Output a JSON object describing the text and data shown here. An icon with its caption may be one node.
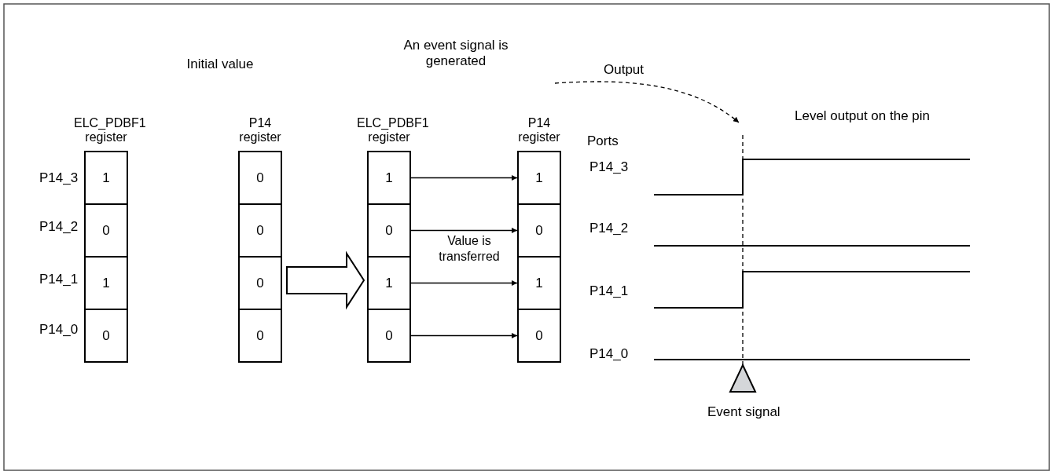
{
  "diagram": {
    "nodes": [
      {
        "text": [
          "ELC_PDBF1 register"
        ]
      },
      {
        "text": [
          "1"
        ],
        "in": 0
      },
      {
        "text": [
          "0"
        ],
        "in": 0
      },
      {
        "text": [
          "1"
        ],
        "in": 0
      },
      {
        "text": [
          "0"
        ],
        "in": 0
      },
      {
        "text": [
          "P14 register"
        ]
      },
      {
        "text": [
          "0"
        ],
        "in": 5
      },
      {
        "text": [
          "0"
        ],
        "in": 5
      },
      {
        "text": [
          "0"
        ],
        "in": 5
      },
      {
        "text": [
          "0"
        ],
        "in": 5
      },
      {
        "text": [
          "ELC_PDBF1 register"
        ]
      },
      {
        "text": [
          "1"
        ],
        "in": 10
      },
      {
        "text": [
          "0"
        ],
        "in": 10
      },
      {
        "text": [
          "1"
        ],
        "in": 10
      },
      {
        "text": [
          "0"
        ],
        "in": 10
      },
      {
        "text": [
          "P14 register"
        ]
      },
      {
        "text": [
          "1"
        ],
        "in": 15
      },
      {
        "text": [
          "0"
        ],
        "in": 15
      },
      {
        "text": [
          "1"
        ],
        "in": 15
      },
      {
        "text": [
          "0"
        ],
        "in": 15
      },
      {
        "text": [],
        "shape": "triangle",
        "beside": [
          "Event signal"
        ]
      }
    ],
    "edges": [
      {
        "from": 5,
        "to": 10,
        "arrow": "to",
        "style": "thick"
      },
      {
        "from": 11,
        "to": 16,
        "arrow": "to"
      },
      {
        "from": 12,
        "to": 17,
        "arrow": "to"
      },
      {
        "from": 13,
        "to": 18,
        "arrow": "to"
      },
      {
        "from": 14,
        "to": 19,
        "arrow": "to"
      },
      {
        "from": 15,
        "to": null,
        "arrow": "to",
        "label": "Output",
        "style": "dashed"
      },
      {
        "from": 20,
        "to": null,
        "arrow": "none",
        "style": "dashed"
      }
    ],
    "labels": [
      "An event signal is generated",
      "Initial value",
      "Level output on the pin",
      "Ports",
      "P14_3",
      "P14_3",
      "P14_2",
      "P14_2",
      "P14_1",
      "P14_1",
      "P14_0",
      "P14_0",
      "Value is transferred"
    ]
  }
}
